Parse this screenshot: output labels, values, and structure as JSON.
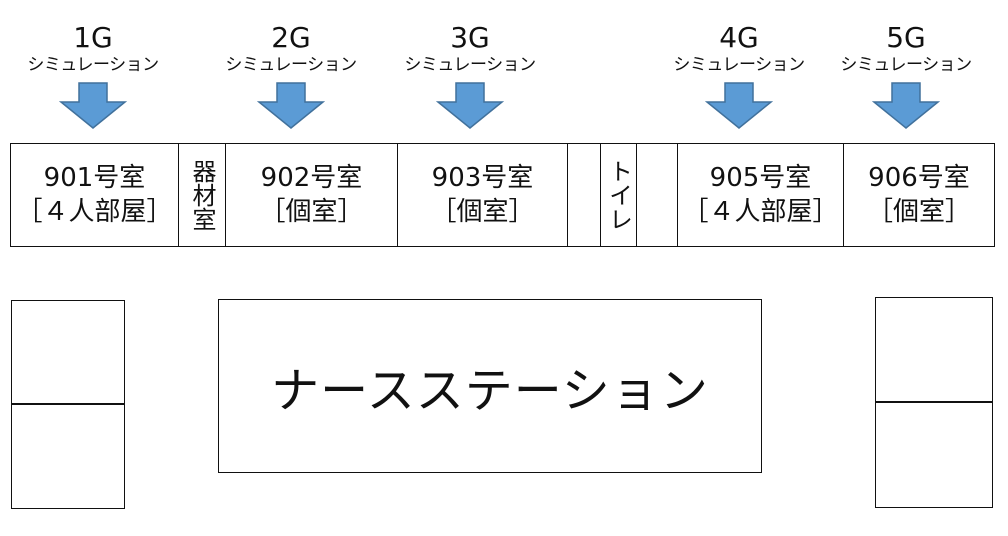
{
  "simulations": [
    {
      "floor": "1G",
      "label": "シミュレーション"
    },
    {
      "floor": "2G",
      "label": "シミュレーション"
    },
    {
      "floor": "3G",
      "label": "シミュレーション"
    },
    {
      "floor": "4G",
      "label": "シミュレーション"
    },
    {
      "floor": "5G",
      "label": "シミュレーション"
    }
  ],
  "rooms": [
    {
      "name": "901号室",
      "type": "［４人部屋］"
    },
    {
      "name": "器材室"
    },
    {
      "name": "902号室",
      "type": "［個室］"
    },
    {
      "name": "903号室",
      "type": "［個室］"
    },
    {
      "name": "トイレ"
    },
    {
      "name": "905号室",
      "type": "［４人部屋］"
    },
    {
      "name": "906号室",
      "type": "［個室］"
    }
  ],
  "nurse_station": "ナースステーション",
  "colors": {
    "arrow": "#5B9BD5",
    "arrow_stroke": "#41719C",
    "line": "#111111"
  }
}
